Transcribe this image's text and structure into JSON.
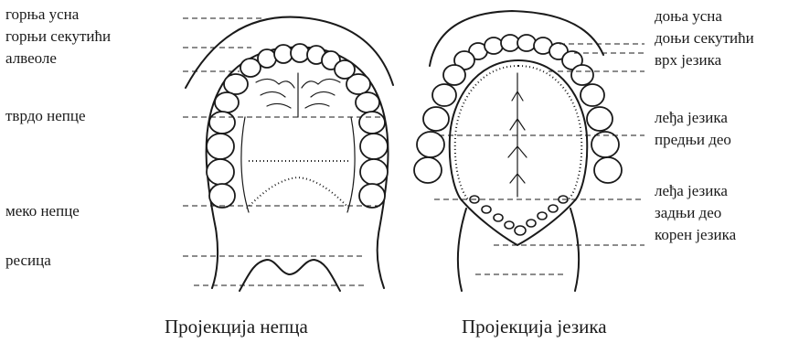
{
  "palate": {
    "caption": "Пројекција непца",
    "labels": [
      "горња усна",
      "горњи секутићи",
      "алвеоле",
      "тврдо непце",
      "меко непце",
      "ресица"
    ]
  },
  "tongue": {
    "caption": "Пројекција језика",
    "labels": [
      "доња усна",
      "доњи секутићи",
      "врх језика",
      "леђа језика",
      "предњи део",
      "леђа језика",
      "задњи део",
      "корен језика"
    ]
  }
}
